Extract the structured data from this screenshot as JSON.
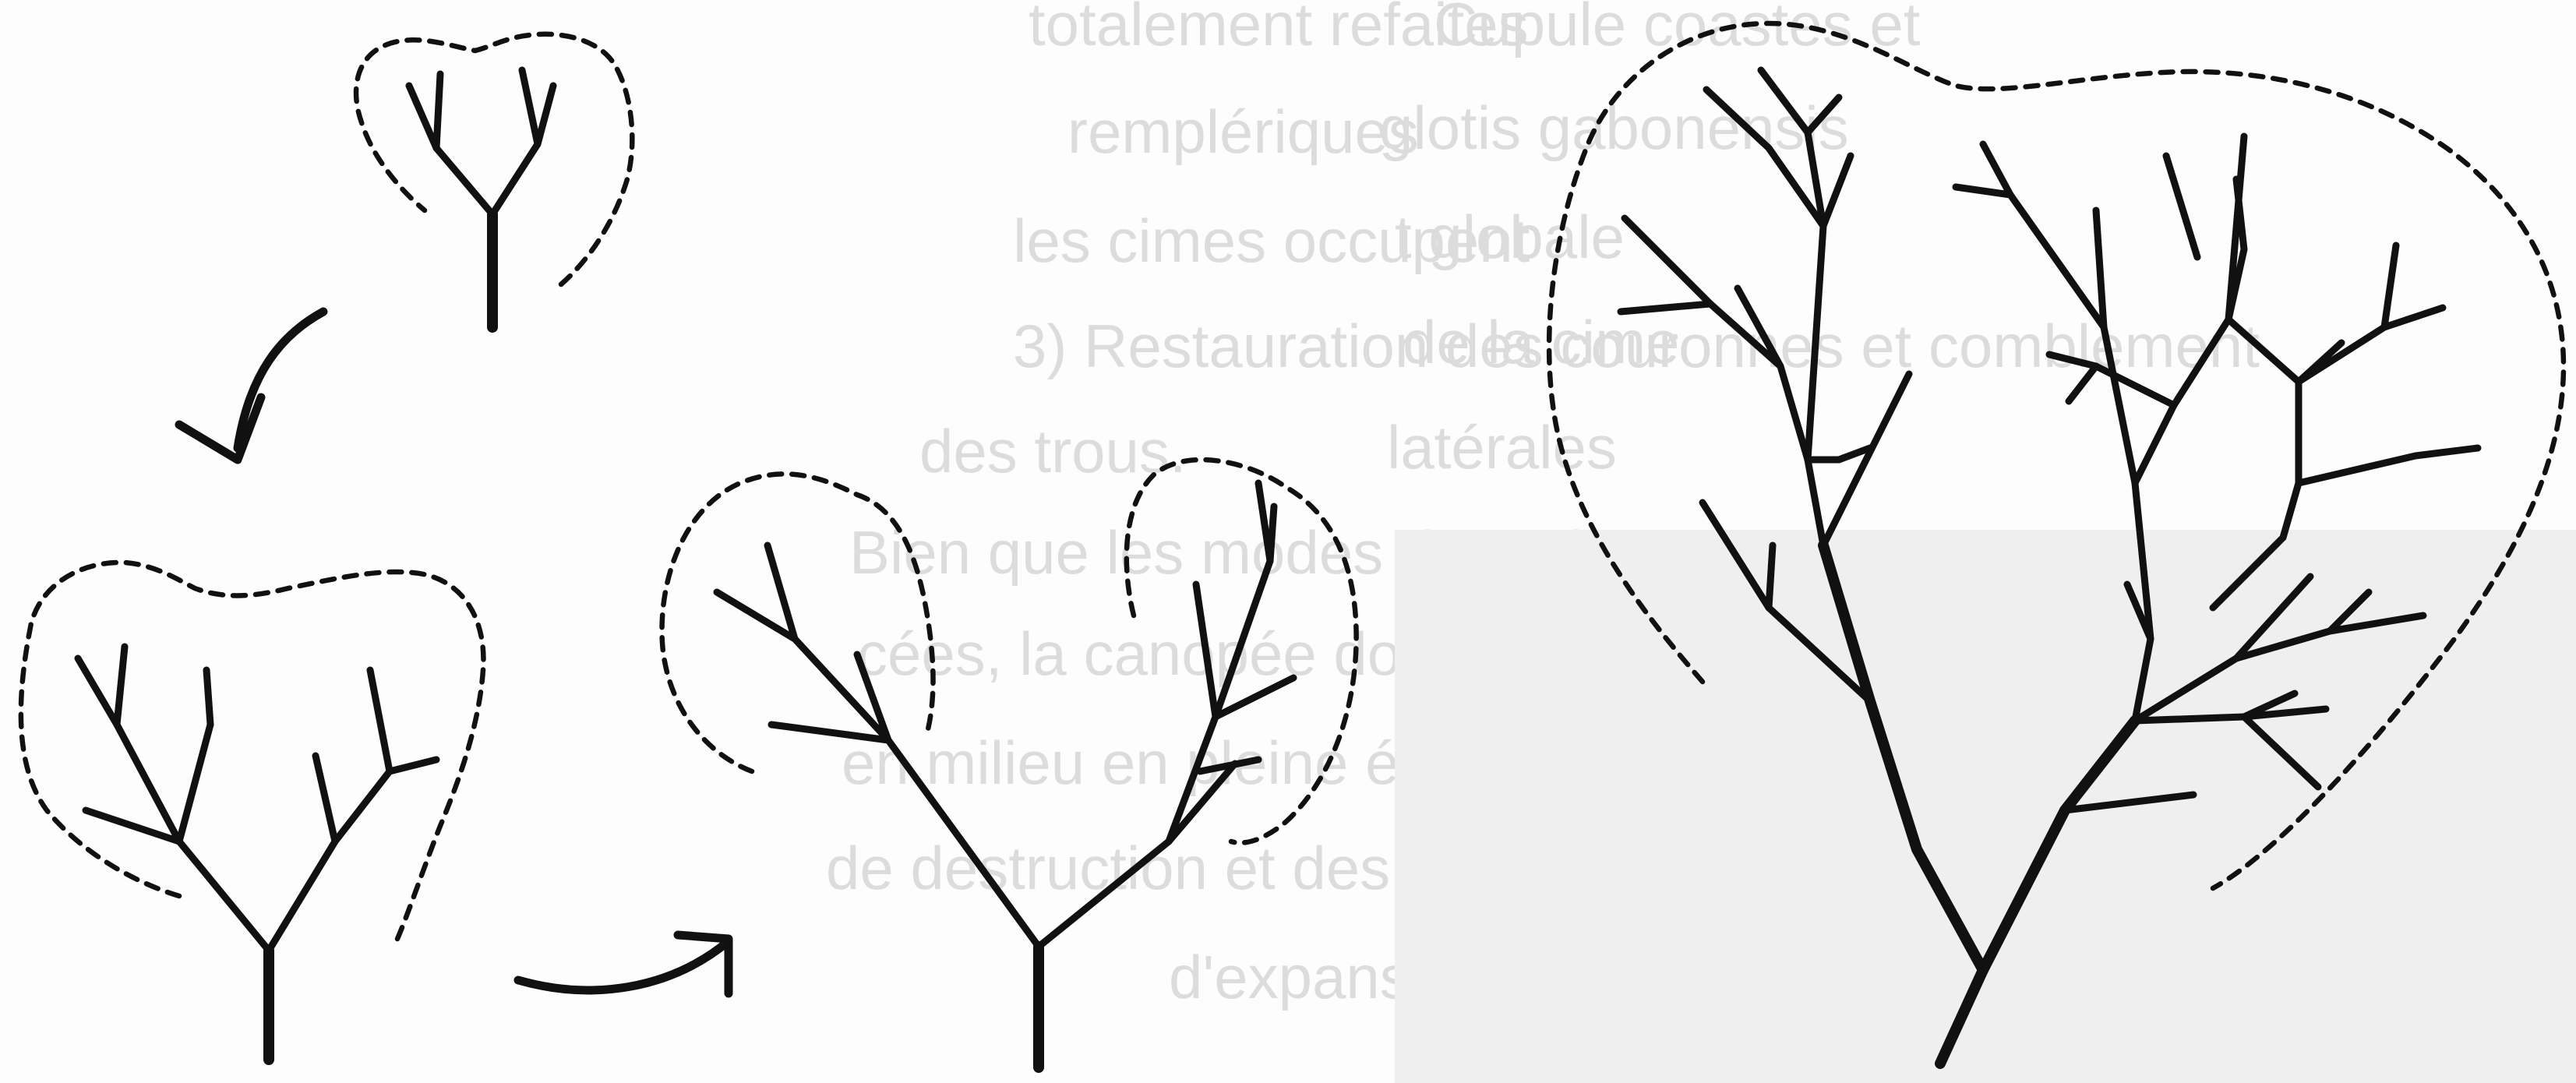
{
  "figure": {
    "stages": [
      {
        "id": "stage-1"
      },
      {
        "id": "stage-2"
      },
      {
        "id": "stage-3"
      },
      {
        "id": "stage-4"
      }
    ],
    "arrows": [
      "arrow-stage1-to-stage2",
      "arrow-stage2-to-stage3"
    ]
  },
  "show_through": {
    "lines": [
      "totalement refaites",
      "remplériques",
      "les cimes occupent",
      "3) Restauration des couronnes et comblement",
      "des trous.",
      "Bien que les modes de croissance",
      "cées, la canopée doit",
      "en milieu en pleine évolution",
      "de destruction et des zones",
      "d'expansion. Toute la zone"
    ],
    "right_lines": [
      "Cupule coastes et",
      "glotis gabonensis",
      "t globale",
      "de la cime",
      "latérales"
    ]
  },
  "colors": {
    "ink": "#111111",
    "background": "#ffffff",
    "show_through": "#dcdcdc"
  }
}
